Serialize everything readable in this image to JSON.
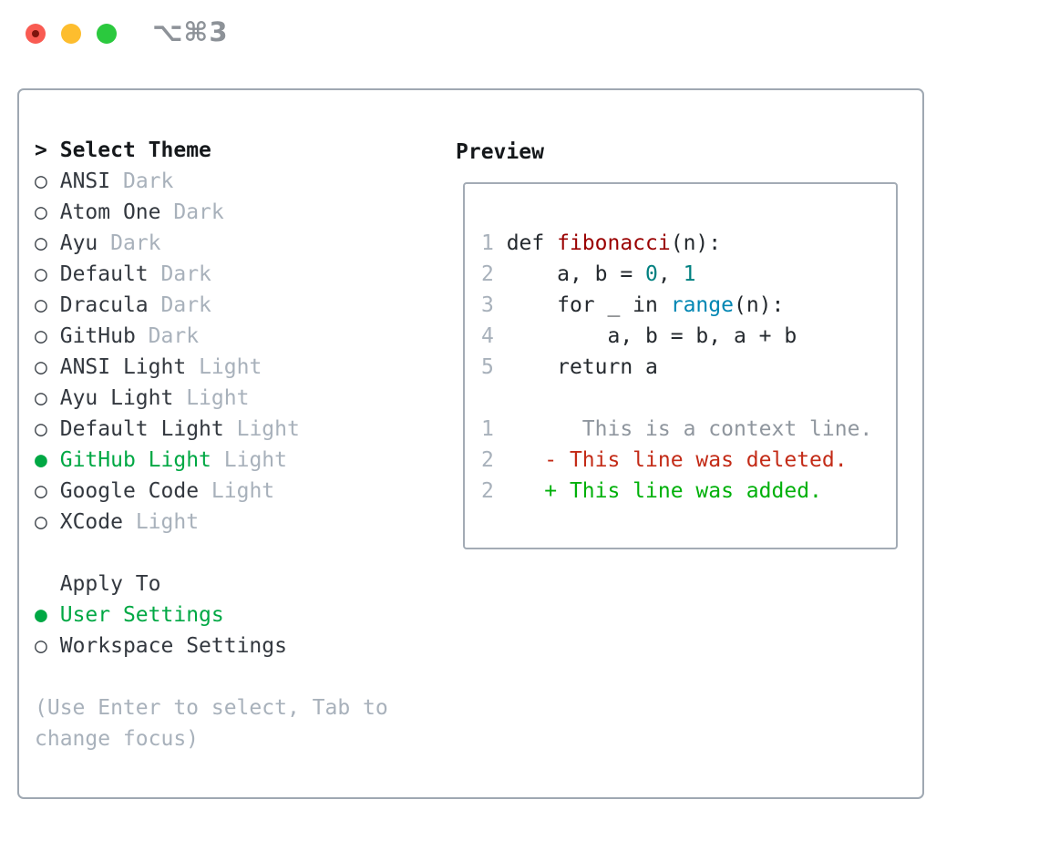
{
  "titlebar": {
    "shortcut": "⌥⌘3"
  },
  "colors": {
    "traffic_close": "#f95b52",
    "traffic_minimize": "#fdbd2e",
    "traffic_zoom": "#2bc93e",
    "panel_border": "#9fa8b2",
    "selection_green": "#00a844",
    "muted_gray": "#a8b1bb",
    "text_dark": "#33383f",
    "code_function_red": "#9a0000",
    "code_number_teal": "#008080",
    "code_builtin_blue": "#0086b3",
    "diff_deleted_red": "#c32b17",
    "diff_added_green": "#00b00a"
  },
  "panel": {
    "select_theme": {
      "header_prefix": ">",
      "header": "Select Theme",
      "items": [
        {
          "marker": "○",
          "label": "ANSI",
          "variant": "Dark",
          "selected": false
        },
        {
          "marker": "○",
          "label": "Atom One",
          "variant": "Dark",
          "selected": false
        },
        {
          "marker": "○",
          "label": "Ayu",
          "variant": "Dark",
          "selected": false
        },
        {
          "marker": "○",
          "label": "Default",
          "variant": "Dark",
          "selected": false
        },
        {
          "marker": "○",
          "label": "Dracula",
          "variant": "Dark",
          "selected": false
        },
        {
          "marker": "○",
          "label": "GitHub",
          "variant": "Dark",
          "selected": false
        },
        {
          "marker": "○",
          "label": "ANSI Light",
          "variant": "Light",
          "selected": false
        },
        {
          "marker": "○",
          "label": "Ayu Light",
          "variant": "Light",
          "selected": false
        },
        {
          "marker": "○",
          "label": "Default Light",
          "variant": "Light",
          "selected": false
        },
        {
          "marker": "●",
          "label": "GitHub Light",
          "variant": "Light",
          "selected": true
        },
        {
          "marker": "○",
          "label": "Google Code",
          "variant": "Light",
          "selected": false
        },
        {
          "marker": "○",
          "label": "XCode",
          "variant": "Light",
          "selected": false
        }
      ]
    },
    "apply_to": {
      "indent": "  ",
      "header": "Apply To",
      "items": [
        {
          "marker": "●",
          "label": "User Settings",
          "selected": true
        },
        {
          "marker": "○",
          "label": "Workspace Settings",
          "selected": false
        }
      ]
    },
    "hint_lines": [
      "(Use Enter to select, Tab to",
      "change focus)"
    ],
    "preview": {
      "header": "Preview",
      "code_lines": [
        [
          {
            "text": "1 ",
            "cls": "ln",
            "name": "line-number"
          },
          {
            "text": "def ",
            "cls": "pl",
            "name": "keyword"
          },
          {
            "text": "fibonacci",
            "cls": "fn",
            "name": "function-name"
          },
          {
            "text": "(n):",
            "cls": "pl",
            "name": "code-text"
          }
        ],
        [
          {
            "text": "2 ",
            "cls": "ln",
            "name": "line-number"
          },
          {
            "text": "    a, b = ",
            "cls": "pl",
            "name": "code-text"
          },
          {
            "text": "0",
            "cls": "num",
            "name": "number-literal"
          },
          {
            "text": ", ",
            "cls": "pl",
            "name": "code-text"
          },
          {
            "text": "1",
            "cls": "num",
            "name": "number-literal"
          }
        ],
        [
          {
            "text": "3 ",
            "cls": "ln",
            "name": "line-number"
          },
          {
            "text": "    for _ in ",
            "cls": "pl",
            "name": "code-text"
          },
          {
            "text": "range",
            "cls": "bi",
            "name": "builtin-name"
          },
          {
            "text": "(n):",
            "cls": "pl",
            "name": "code-text"
          }
        ],
        [
          {
            "text": "4 ",
            "cls": "ln",
            "name": "line-number"
          },
          {
            "text": "        a, b = b, a + b",
            "cls": "pl",
            "name": "code-text"
          }
        ],
        [
          {
            "text": "5 ",
            "cls": "ln",
            "name": "line-number"
          },
          {
            "text": "    return a",
            "cls": "pl",
            "name": "code-text"
          }
        ],
        [],
        [
          {
            "text": "1 ",
            "cls": "ln",
            "name": "line-number"
          },
          {
            "text": "      This is a context line.",
            "cls": "ctx",
            "name": "diff-context-line"
          }
        ],
        [
          {
            "text": "2 ",
            "cls": "ln",
            "name": "line-number"
          },
          {
            "text": "   - This line was deleted.",
            "cls": "del",
            "name": "diff-deleted-line"
          }
        ],
        [
          {
            "text": "2 ",
            "cls": "ln",
            "name": "line-number"
          },
          {
            "text": "   + This line was added.",
            "cls": "add",
            "name": "diff-added-line"
          }
        ]
      ]
    }
  }
}
